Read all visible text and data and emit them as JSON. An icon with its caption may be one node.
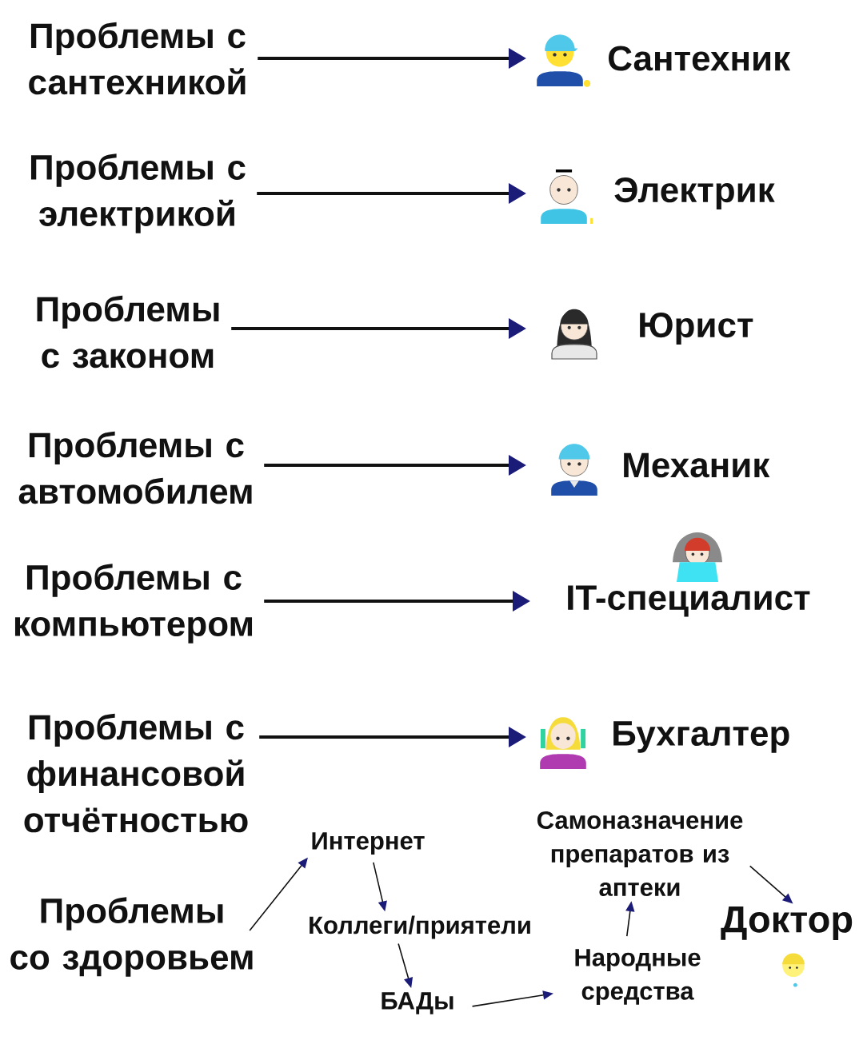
{
  "diagram": {
    "nodes": [
      {
        "text": [
          "Проблемы с сантехникой"
        ]
      },
      {
        "text": [
          "Сантехник"
        ]
      },
      {
        "text": [
          "Проблемы с электрикой"
        ]
      },
      {
        "text": [
          "Электрик"
        ]
      },
      {
        "text": [
          "Проблемы с законом"
        ]
      },
      {
        "text": [
          "Юрист"
        ]
      },
      {
        "text": [
          "Проблемы с автомобилем"
        ]
      },
      {
        "text": [
          "Механик"
        ]
      },
      {
        "text": [
          "Проблемы с компьютером"
        ]
      },
      {
        "text": [
          "IT-специалист"
        ]
      },
      {
        "text": [
          "Проблемы с финансовой отчётностью"
        ]
      },
      {
        "text": [
          "Бухгалтер"
        ]
      },
      {
        "text": [
          "Проблемы со здоровьем"
        ]
      },
      {
        "text": [
          "Интернет"
        ]
      },
      {
        "text": [
          "Коллеги/приятели"
        ]
      },
      {
        "text": [
          "БАДы"
        ]
      },
      {
        "text": [
          "Народные средства"
        ]
      },
      {
        "text": [
          "Самоназначение препаратов из аптеки"
        ]
      },
      {
        "text": [
          "Доктор"
        ]
      }
    ],
    "edges": [
      {
        "from": 0,
        "to": 1,
        "arrow": "to",
        "style": "thick"
      },
      {
        "from": 2,
        "to": 3,
        "arrow": "to",
        "style": "thick"
      },
      {
        "from": 4,
        "to": 5,
        "arrow": "to",
        "style": "thick"
      },
      {
        "from": 6,
        "to": 7,
        "arrow": "to",
        "style": "thick"
      },
      {
        "from": 8,
        "to": 9,
        "arrow": "to",
        "style": "thick"
      },
      {
        "from": 10,
        "to": 11,
        "arrow": "to",
        "style": "thick"
      },
      {
        "from": 12,
        "to": 13,
        "arrow": "to"
      },
      {
        "from": 13,
        "to": 14,
        "arrow": "to"
      },
      {
        "from": 14,
        "to": 15,
        "arrow": "to"
      },
      {
        "from": 15,
        "to": 16,
        "arrow": "to"
      },
      {
        "from": 16,
        "to": 17,
        "arrow": "to"
      },
      {
        "from": 17,
        "to": 18,
        "arrow": "to"
      }
    ]
  }
}
